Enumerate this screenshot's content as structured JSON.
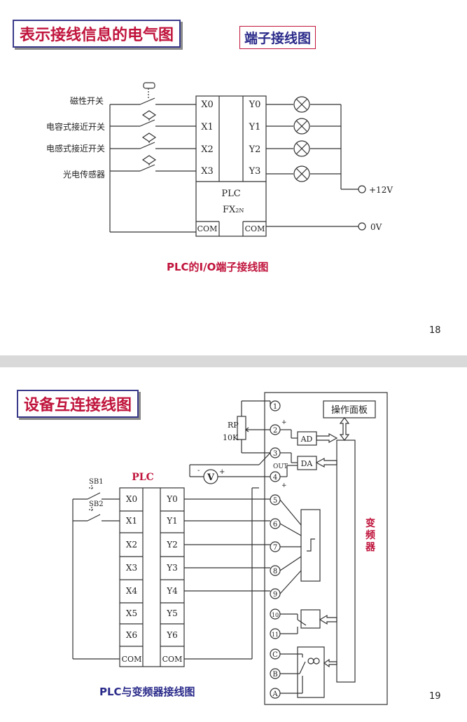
{
  "colors": {
    "title_red": "#c0143c",
    "navy": "#2a2a8a",
    "line": "#333333"
  },
  "slide1": {
    "title": "表示接线信息的电气图",
    "subtitle": "端子接线图",
    "caption": "PLC的I/O端子接线图",
    "page": "18",
    "sensors": [
      "磁性开关",
      "电容式接近开关",
      "电感式接近开关",
      "光电传感器"
    ],
    "inputs": [
      "X0",
      "X1",
      "X2",
      "X3"
    ],
    "outputs": [
      "Y0",
      "Y1",
      "Y2",
      "Y3"
    ],
    "plc_label": "PLC",
    "plc_model_main": "FX",
    "plc_model_sub": "2N",
    "com": "COM",
    "plus12": "+12V",
    "zero_v": "0V"
  },
  "slide2": {
    "title": "设备互连接线图",
    "caption": "PLC与变频器接线图",
    "page": "19",
    "plc_title": "PLC",
    "inputs": [
      "X0",
      "X1",
      "X2",
      "X3",
      "X4",
      "X5",
      "X6",
      "COM"
    ],
    "outputs": [
      "Y0",
      "Y1",
      "Y2",
      "Y3",
      "Y4",
      "Y5",
      "Y6",
      "COM"
    ],
    "sb1": "SB1",
    "sb2": "SB2",
    "rp": "RP",
    "rp_value": "10K",
    "panel": "操作面板",
    "ad": "AD",
    "da": "DA",
    "out": "OUT",
    "vfd": [
      "变",
      "频",
      "器"
    ],
    "terminals": [
      "1",
      "2",
      "3",
      "4",
      "5",
      "6",
      "7",
      "8",
      "9",
      "10",
      "11",
      "C",
      "B",
      "A"
    ],
    "voltmeter": "V",
    "plus": "+",
    "minus": "-"
  }
}
